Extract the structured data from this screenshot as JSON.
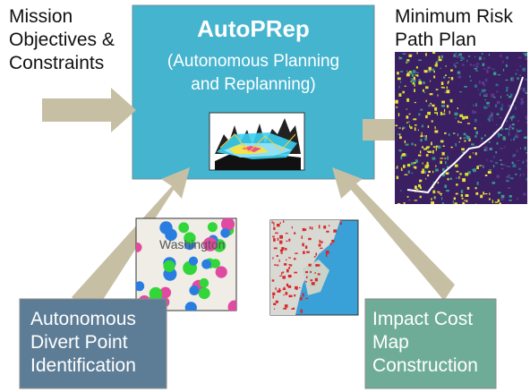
{
  "input_label": "Mission\nObjectives &\nConstraints",
  "output_label": "Minimum Risk\nPath Plan",
  "main": {
    "title": "AutoPRep",
    "subtitle": "(Autonomous Planning\nand Replanning)",
    "color": "#45b4cf"
  },
  "divert_module": {
    "label": "Autonomous\nDivert Point\nIdentification",
    "color": "#5d7d96",
    "map_text": "Washington"
  },
  "impact_module": {
    "label": "Impact Cost\nMap\nConstruction",
    "color": "#6fac98"
  },
  "arrow_color": "#c7bfa4"
}
